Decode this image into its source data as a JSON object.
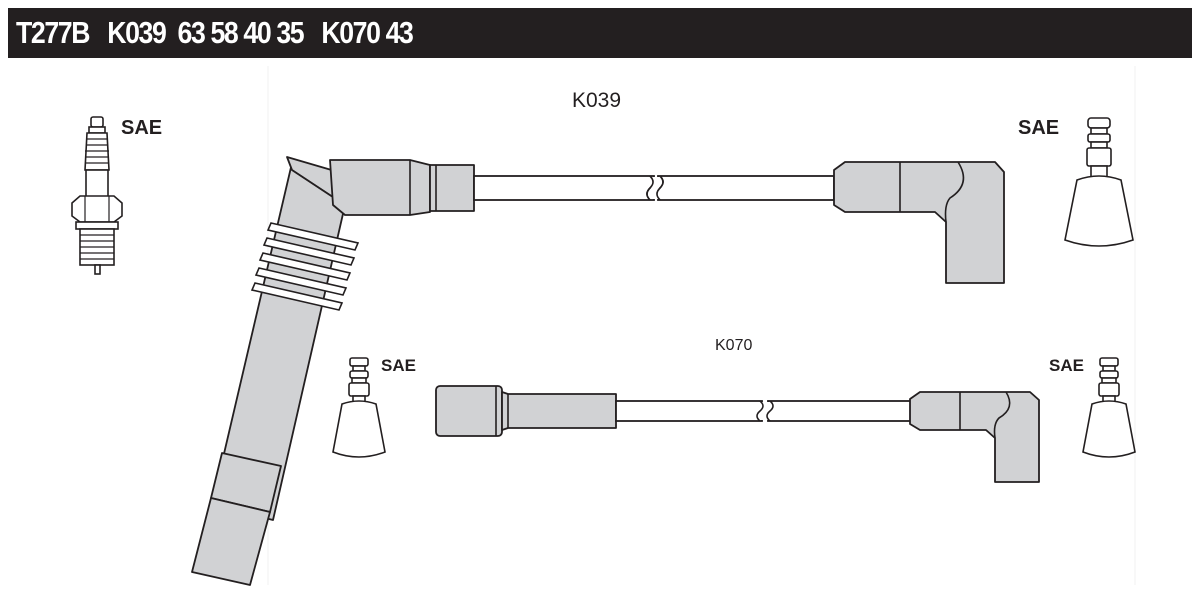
{
  "header": {
    "title": "T277B   K039  63 58 40 35   K070 43"
  },
  "diagram": {
    "spark_plug_label": "SAE",
    "k039": {
      "wire_label": "K039",
      "terminal_label": "SAE"
    },
    "k070": {
      "wire_label": "K070",
      "left_terminal_label": "SAE",
      "right_terminal_label": "SAE"
    }
  }
}
